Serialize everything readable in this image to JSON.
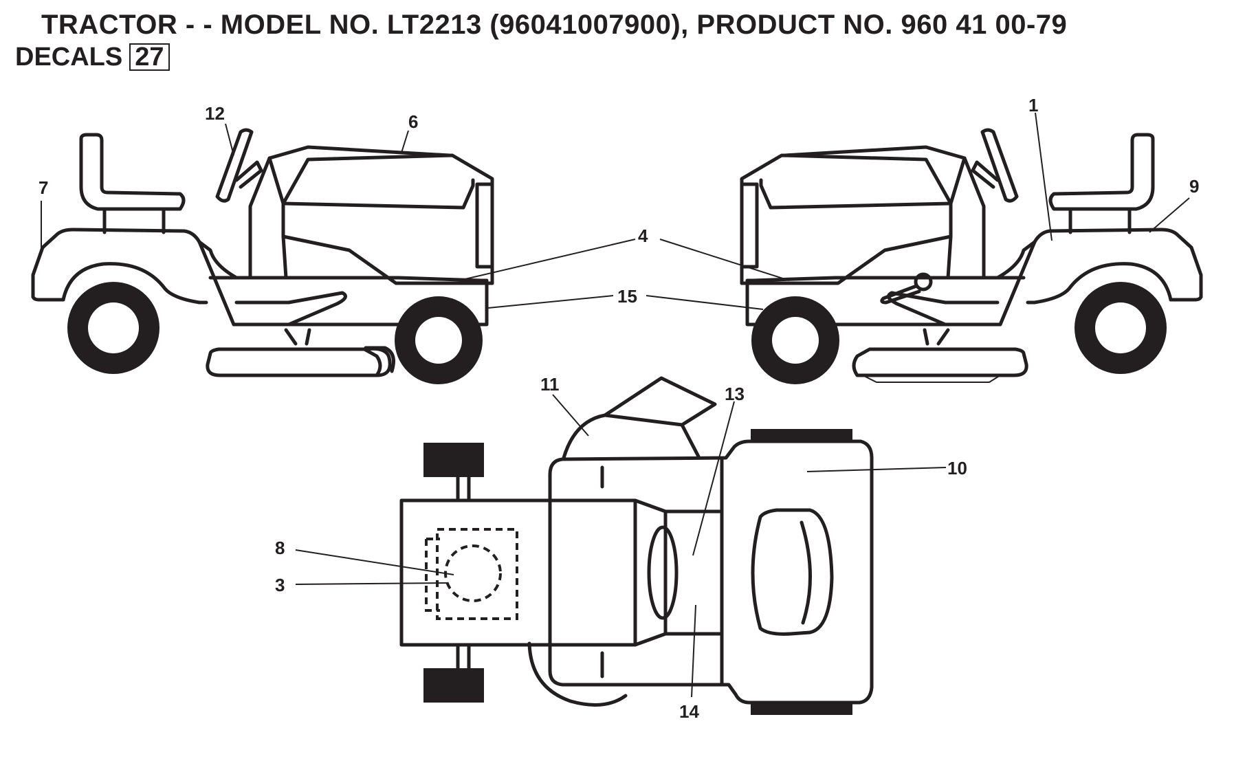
{
  "header": {
    "title": "TRACTOR - - MODEL NO. LT2213  (96041007900), PRODUCT NO. 960 41 00-79",
    "section": "DECALS",
    "section_number": "27"
  },
  "callouts": {
    "c1": "1",
    "c3": "3",
    "c4": "4",
    "c6": "6",
    "c7": "7",
    "c8": "8",
    "c9": "9",
    "c10": "10",
    "c11": "11",
    "c12": "12",
    "c13": "13",
    "c14": "14",
    "c15": "15"
  }
}
